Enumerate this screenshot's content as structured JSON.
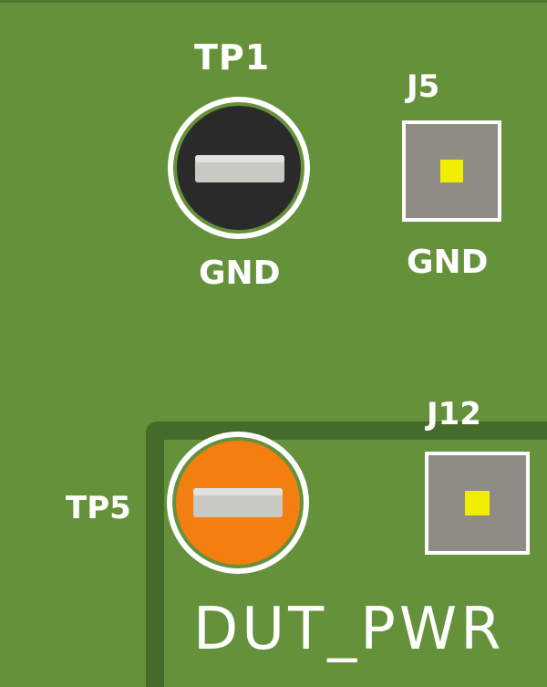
{
  "board": {
    "colors": {
      "soldermask": "#64913a",
      "copper_pour_outline": "#456b2a",
      "silkscreen": "#ffffff",
      "pad_gray": "#8e8c84",
      "pin_marker": "#f2ee00",
      "testpoint_black": "#2a2a2a",
      "testpoint_orange": "#f27f10",
      "slot_metal": "#c9c9c4"
    },
    "labels": {
      "tp1": "TP1",
      "j5": "J5",
      "gnd_tp1": "GND",
      "gnd_j5": "GND",
      "j12": "J12",
      "tp5": "TP5",
      "region": "DUT_PWR"
    },
    "components": [
      {
        "ref": "TP1",
        "kind": "test-point",
        "body_color": "black"
      },
      {
        "ref": "J5",
        "kind": "square-pad-connector"
      },
      {
        "ref": "TP5",
        "kind": "test-point",
        "body_color": "orange"
      },
      {
        "ref": "J12",
        "kind": "square-pad-connector"
      }
    ]
  }
}
